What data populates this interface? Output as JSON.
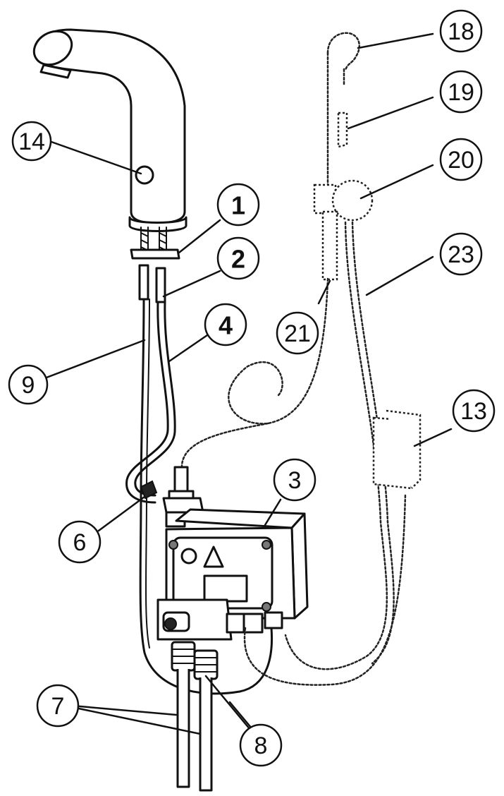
{
  "callouts": {
    "c1": "1",
    "c2": "2",
    "c3": "3",
    "c4": "4",
    "c6": "6",
    "c7": "7",
    "c8": "8",
    "c9": "9",
    "c13": "13",
    "c14": "14",
    "c18": "18",
    "c19": "19",
    "c20": "20",
    "c21": "21",
    "c23": "23"
  }
}
